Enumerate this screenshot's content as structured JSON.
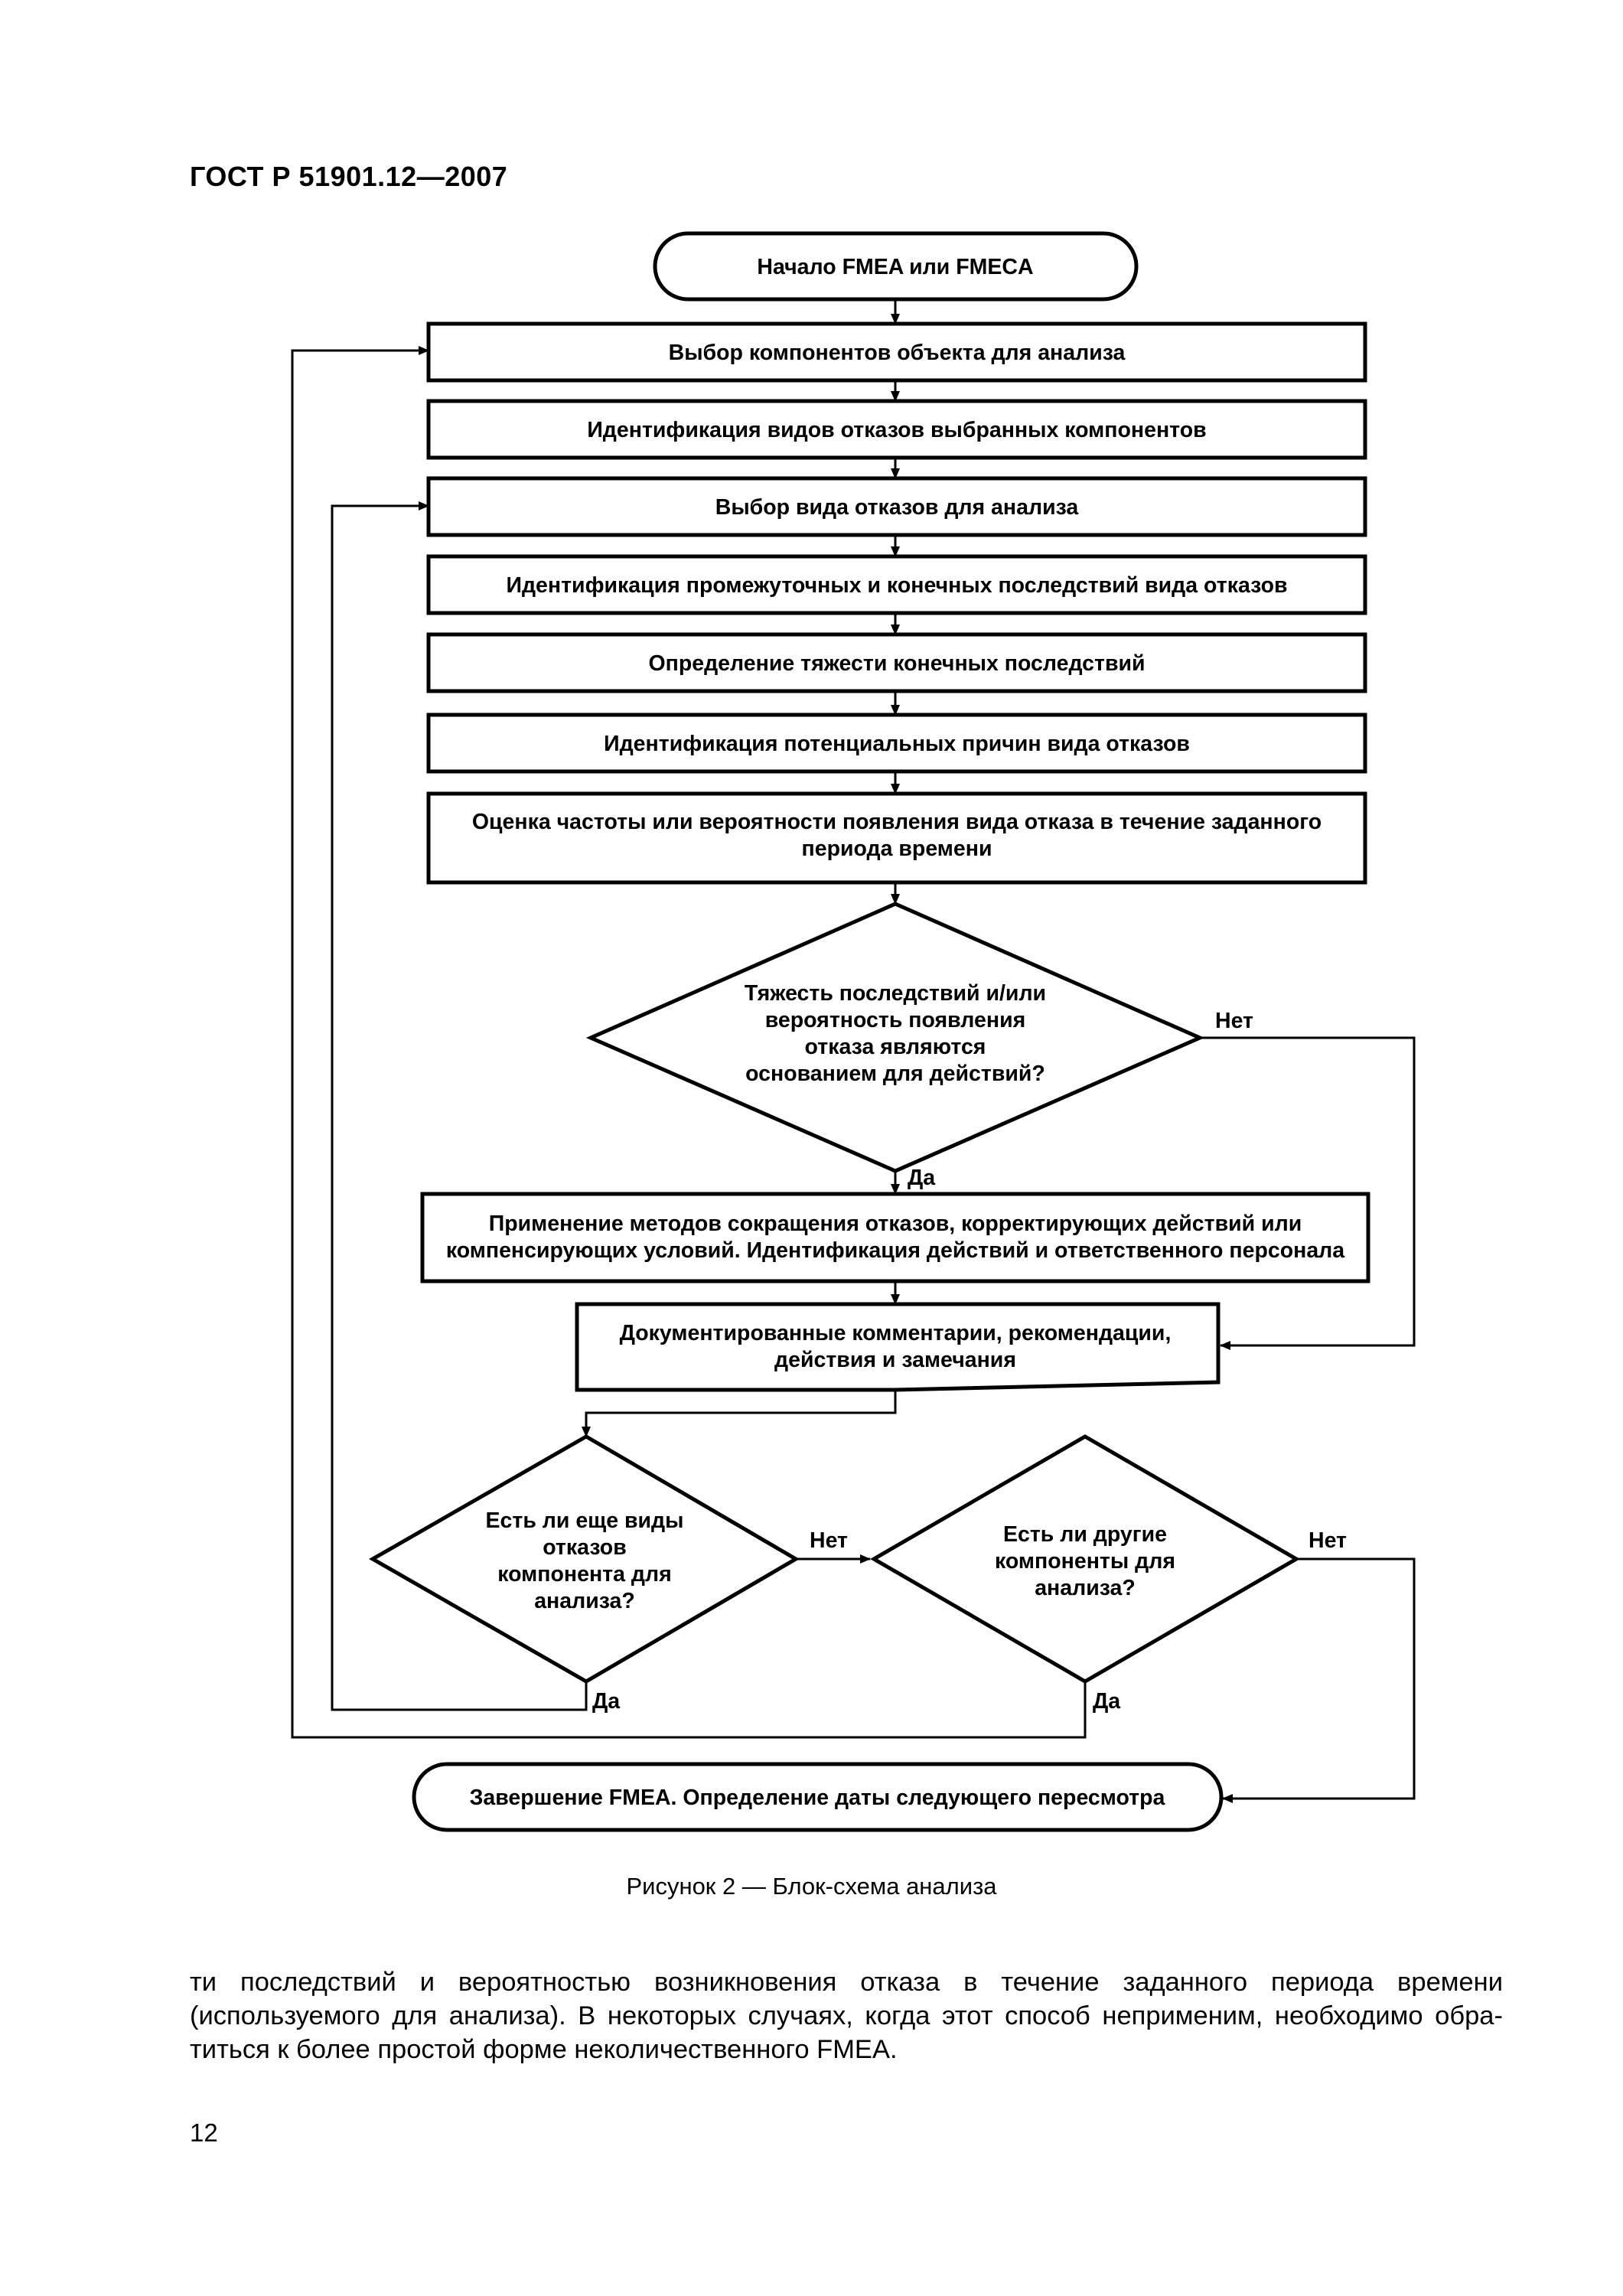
{
  "header": {
    "standard_id": "ГОСТ Р 51901.12—2007"
  },
  "flowchart": {
    "start": "Начало FMEA или FMECA",
    "steps": [
      "Выбор компонентов объекта для анализа",
      "Идентификация видов отказов выбранных компонентов",
      "Выбор вида отказов для анализа",
      "Идентификация промежуточных и конечных последствий вида отказов",
      "Определение тяжести конечных последствий",
      "Идентификация потенциальных причин вида отказов"
    ],
    "assessment": [
      "Оценка частоты или вероятности появления вида отказа в течение заданного",
      "периода времени"
    ],
    "decision_action": [
      "Тяжесть последствий и/или",
      "вероятность появления",
      "отказа являются",
      "основанием для действий?"
    ],
    "mitigation": [
      "Применение методов сокращения отказов, корректирующих действий или",
      "компенсирующих условий. Идентификация действий и ответственного персонала"
    ],
    "documentation": [
      "Документированные комментарии, рекомендации,",
      "действия и замечания"
    ],
    "decision_more_modes": [
      "Есть ли еще виды",
      "отказов",
      "компонента для",
      "анализа?"
    ],
    "decision_other_components": [
      "Есть ли другие",
      "компоненты для",
      "анализа?"
    ],
    "end": "Завершение FMEA. Определение даты следующего пересмотра",
    "labels": {
      "yes": "Да",
      "no": "Нет"
    }
  },
  "figure_caption": "Рисунок 2 — Блок-схема анализа",
  "body_text": [
    "ти последствий и вероятностью возникновения отказа в течение заданного периода времени",
    "(используемого для анализа). В некоторых случаях, когда этот способ неприменим, необходимо обра-",
    "титься к более простой форме неколичественного FMEA."
  ],
  "page_number": "12"
}
